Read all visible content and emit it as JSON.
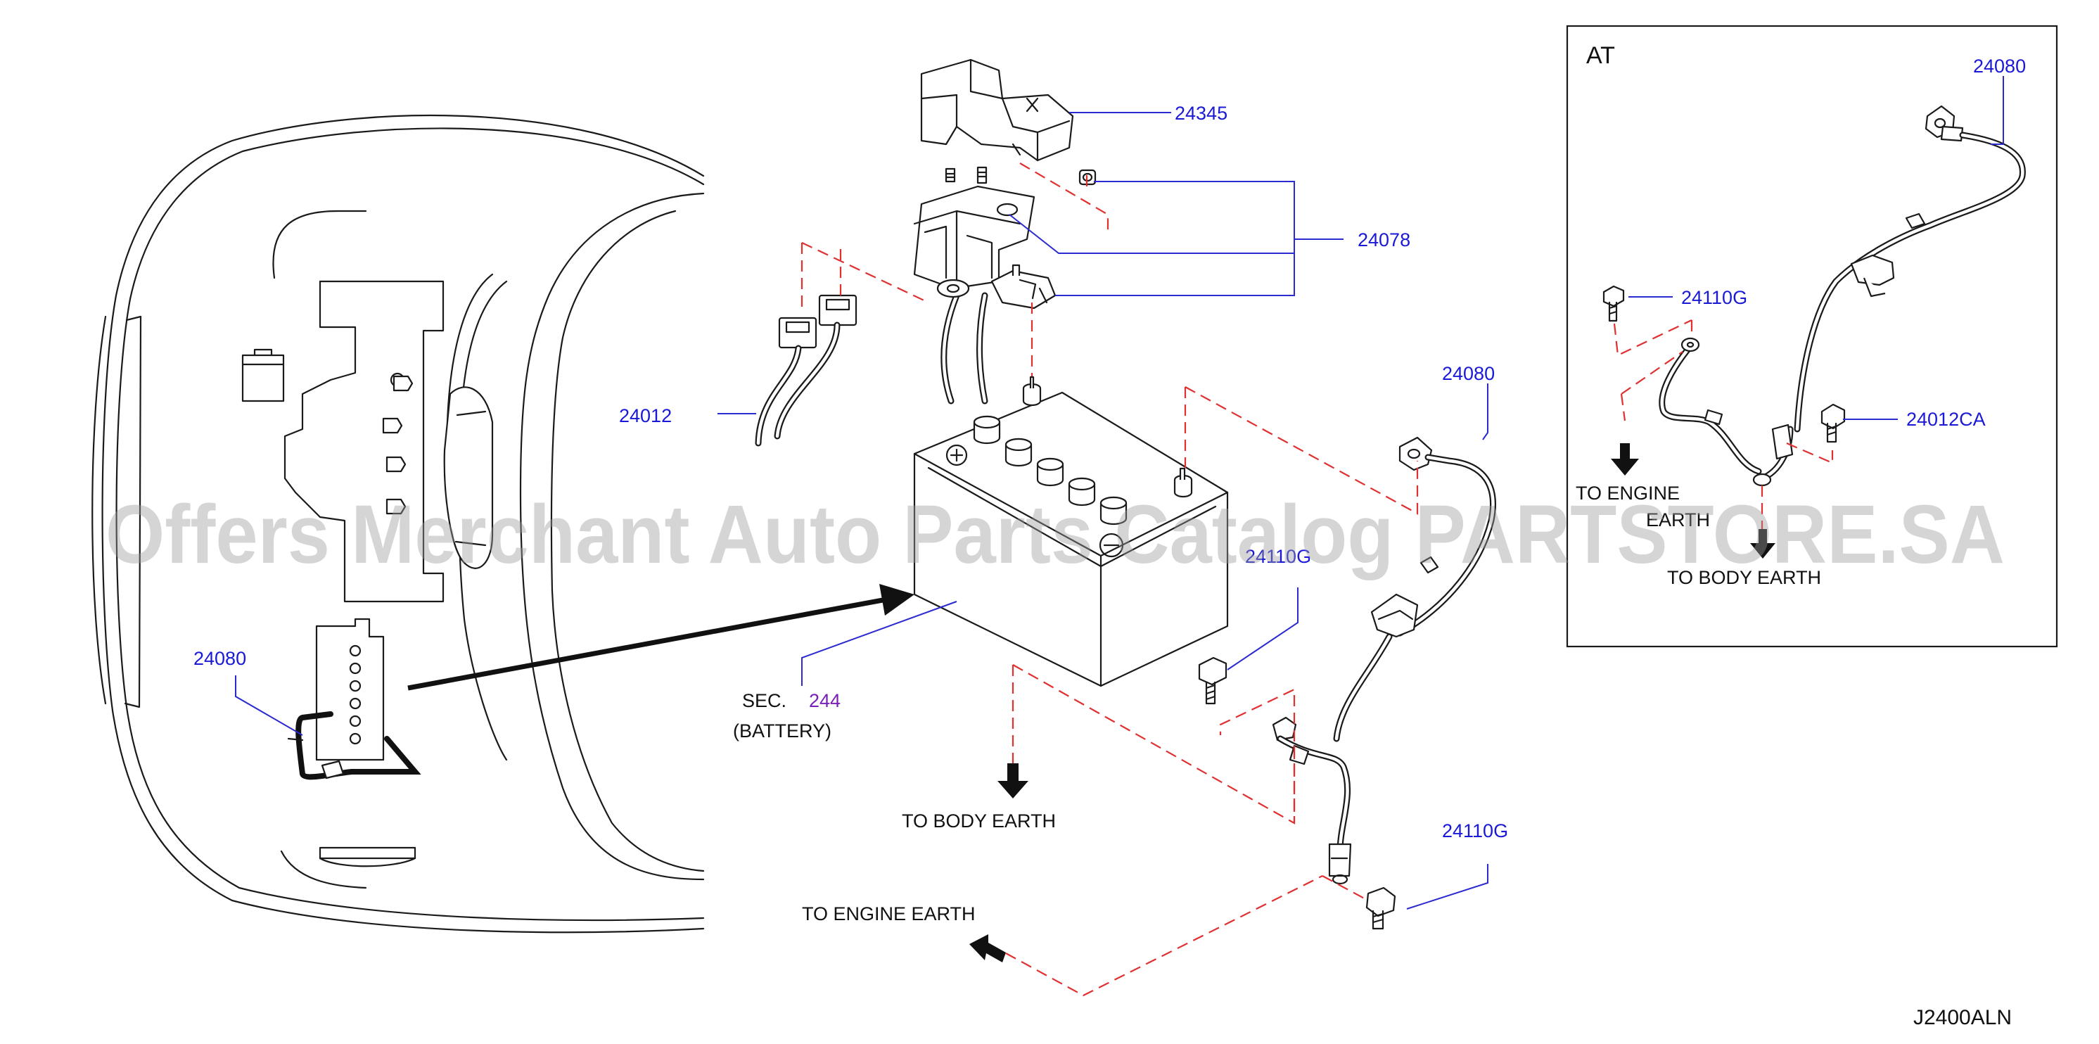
{
  "parts": {
    "terminal_cover": "24345",
    "terminal_assembly": "24078",
    "harness_left": "24012",
    "cable_main": "24080",
    "bolt_upper": "24110G",
    "bolt_lower": "24110G",
    "cable_car_view": "24080"
  },
  "battery": {
    "sec_prefix": "SEC.",
    "sec_number": "244",
    "name": "(BATTERY)"
  },
  "earth_labels": {
    "body_main": "TO  BODY  EARTH",
    "engine_main": "TO  ENGINE  EARTH"
  },
  "inset": {
    "title": "AT",
    "cable": "24080",
    "bolt": "24110G",
    "harness": "24012CA",
    "engine_earth_line1": "TO  ENGINE",
    "engine_earth_line2": "EARTH",
    "body_earth": "TO  BODY  EARTH"
  },
  "diagram_code": "J2400ALN",
  "watermark": "Offers Merchant Auto Parts Catalog PARTSTORE.SA",
  "colors": {
    "callout": "#1a1ad6",
    "section_ref": "#7a1fb8",
    "dashed_guide": "#e03030",
    "line_art": "#1a1a1a"
  }
}
